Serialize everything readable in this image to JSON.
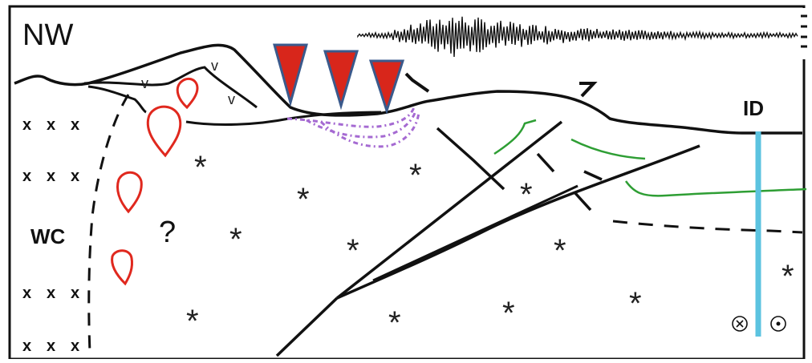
{
  "labels": {
    "corner": "NW",
    "left_block": "WC",
    "borehole": "ID",
    "question": "?",
    "volcanic_mark": "v",
    "basement_mark": "x",
    "intrusive_mark": "*"
  },
  "colors": {
    "outline": "#111111",
    "magma_drop": "#e0281e",
    "station_fill": "#d8261b",
    "station_stroke": "#3a5a8c",
    "purple_dashed": "#a56ad2",
    "green_layer": "#2e9e34",
    "borehole": "#5cc3e0",
    "seismogram": "#111111"
  },
  "icons": {
    "stations": "seismic-station-triangle",
    "out_of_page": "circled-dot-icon",
    "into_page": "circled-x-icon",
    "seismogram": "seismogram-trace"
  }
}
